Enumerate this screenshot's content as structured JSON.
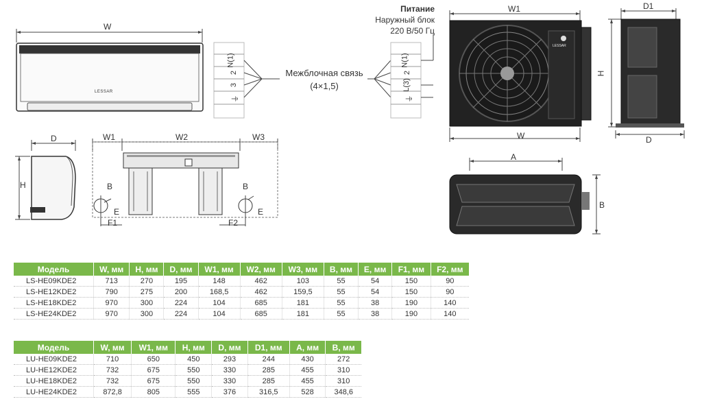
{
  "labels": {
    "w": "W",
    "w1": "W1",
    "w2": "W2",
    "w3": "W3",
    "d": "D",
    "d1": "D1",
    "h": "H",
    "a": "A",
    "b": "B",
    "e": "E",
    "f1": "F1",
    "f2": "F2",
    "brand": "LESSAR"
  },
  "wiring": {
    "power_title": "Питание",
    "power_sub1": "Наружный блок",
    "power_sub2": "220 В/50 Гц",
    "link_label": "Межблочная связь",
    "link_sub": "(4×1,5)",
    "indoor_terminals": [
      "N(1)",
      "2",
      "3",
      "⏚"
    ],
    "outdoor_terminals": [
      "N(1)",
      "2",
      "L(3)",
      "⏚"
    ]
  },
  "indoor_table": {
    "headers": [
      "Модель",
      "W, мм",
      "H, мм",
      "D, мм",
      "W1, мм",
      "W2, мм",
      "W3, мм",
      "B, мм",
      "E, мм",
      "F1, мм",
      "F2, мм"
    ],
    "rows": [
      [
        "LS-HE09KDE2",
        "713",
        "270",
        "195",
        "148",
        "462",
        "103",
        "55",
        "54",
        "150",
        "90"
      ],
      [
        "LS-HE12KDE2",
        "790",
        "275",
        "200",
        "168,5",
        "462",
        "159,5",
        "55",
        "54",
        "150",
        "90"
      ],
      [
        "LS-HE18KDE2",
        "970",
        "300",
        "224",
        "104",
        "685",
        "181",
        "55",
        "38",
        "190",
        "140"
      ],
      [
        "LS-HE24KDE2",
        "970",
        "300",
        "224",
        "104",
        "685",
        "181",
        "55",
        "38",
        "190",
        "140"
      ]
    ]
  },
  "outdoor_table": {
    "headers": [
      "Модель",
      "W, мм",
      "W1, мм",
      "H, мм",
      "D, мм",
      "D1, мм",
      "A, мм",
      "B, мм"
    ],
    "rows": [
      [
        "LU-HE09KDE2",
        "710",
        "650",
        "450",
        "293",
        "244",
        "430",
        "272"
      ],
      [
        "LU-HE12KDE2",
        "732",
        "675",
        "550",
        "330",
        "285",
        "455",
        "310"
      ],
      [
        "LU-HE18KDE2",
        "732",
        "675",
        "550",
        "330",
        "285",
        "455",
        "310"
      ],
      [
        "LU-HE24KDE2",
        "872,8",
        "805",
        "555",
        "376",
        "316,5",
        "528",
        "348,6"
      ]
    ]
  }
}
